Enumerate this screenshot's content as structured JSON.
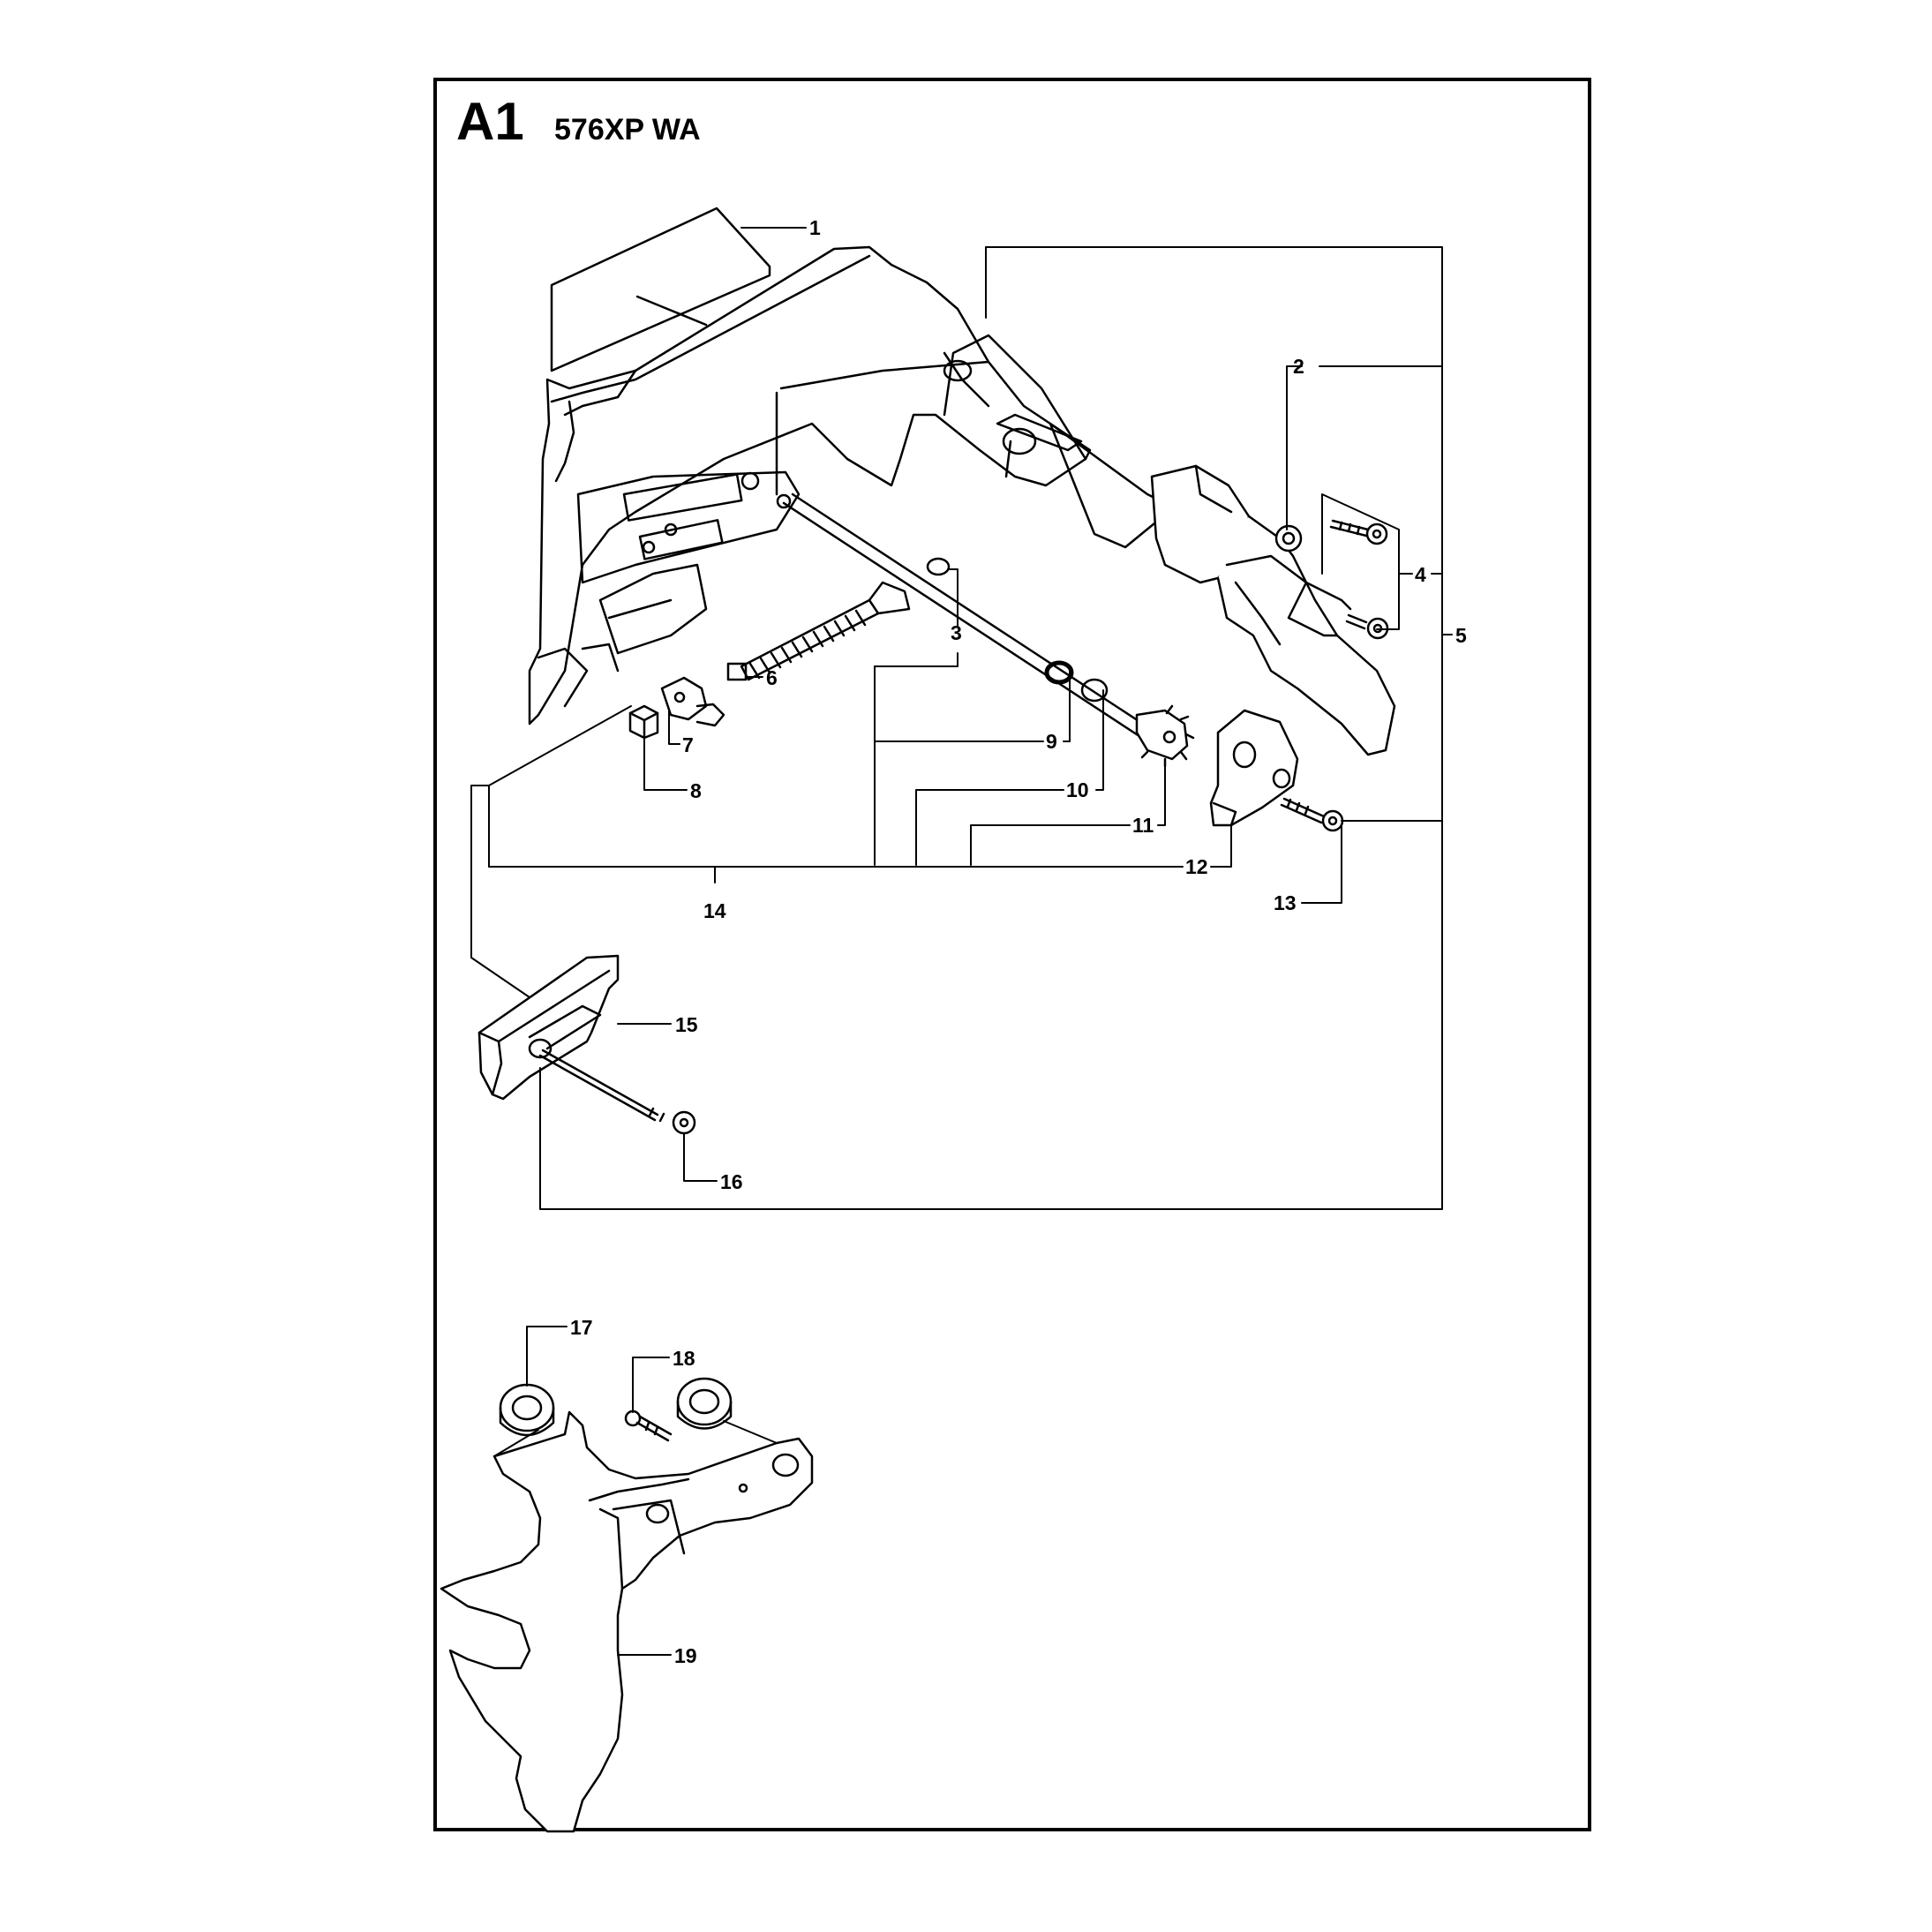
{
  "header": {
    "section": "A1",
    "model": "576XP WA"
  },
  "callouts": {
    "c1": "1",
    "c2": "2",
    "c3": "3",
    "c4": "4",
    "c5": "5",
    "c6": "6",
    "c7": "7",
    "c8": "8",
    "c9": "9",
    "c10": "10",
    "c11": "11",
    "c12": "12",
    "c13": "13",
    "c14": "14",
    "c15": "15",
    "c16": "16",
    "c17": "17",
    "c18": "18",
    "c19": "19"
  }
}
